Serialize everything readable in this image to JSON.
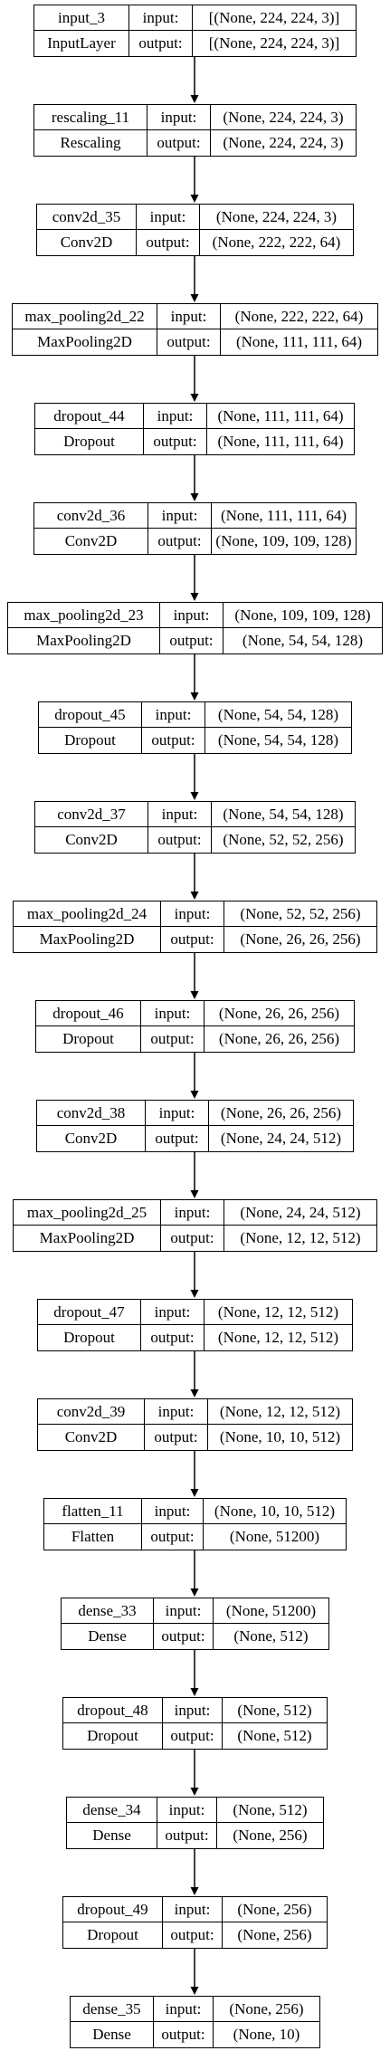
{
  "layers": [
    {
      "name": "input_3",
      "type": "InputLayer",
      "input_label": "input:",
      "output_label": "output:",
      "input_shape": "[(None, 224, 224, 3)]",
      "output_shape": "[(None, 224, 224, 3)]"
    },
    {
      "name": "rescaling_11",
      "type": "Rescaling",
      "input_label": "input:",
      "output_label": "output:",
      "input_shape": "(None, 224, 224, 3)",
      "output_shape": "(None, 224, 224, 3)"
    },
    {
      "name": "conv2d_35",
      "type": "Conv2D",
      "input_label": "input:",
      "output_label": "output:",
      "input_shape": "(None, 224, 224, 3)",
      "output_shape": "(None, 222, 222, 64)"
    },
    {
      "name": "max_pooling2d_22",
      "type": "MaxPooling2D",
      "input_label": "input:",
      "output_label": "output:",
      "input_shape": "(None, 222, 222, 64)",
      "output_shape": "(None, 111, 111, 64)"
    },
    {
      "name": "dropout_44",
      "type": "Dropout",
      "input_label": "input:",
      "output_label": "output:",
      "input_shape": "(None, 111, 111, 64)",
      "output_shape": "(None, 111, 111, 64)"
    },
    {
      "name": "conv2d_36",
      "type": "Conv2D",
      "input_label": "input:",
      "output_label": "output:",
      "input_shape": "(None, 111, 111, 64)",
      "output_shape": "(None, 109, 109, 128)"
    },
    {
      "name": "max_pooling2d_23",
      "type": "MaxPooling2D",
      "input_label": "input:",
      "output_label": "output:",
      "input_shape": "(None, 109, 109, 128)",
      "output_shape": "(None, 54, 54, 128)"
    },
    {
      "name": "dropout_45",
      "type": "Dropout",
      "input_label": "input:",
      "output_label": "output:",
      "input_shape": "(None, 54, 54, 128)",
      "output_shape": "(None, 54, 54, 128)"
    },
    {
      "name": "conv2d_37",
      "type": "Conv2D",
      "input_label": "input:",
      "output_label": "output:",
      "input_shape": "(None, 54, 54, 128)",
      "output_shape": "(None, 52, 52, 256)"
    },
    {
      "name": "max_pooling2d_24",
      "type": "MaxPooling2D",
      "input_label": "input:",
      "output_label": "output:",
      "input_shape": "(None, 52, 52, 256)",
      "output_shape": "(None, 26, 26, 256)"
    },
    {
      "name": "dropout_46",
      "type": "Dropout",
      "input_label": "input:",
      "output_label": "output:",
      "input_shape": "(None, 26, 26, 256)",
      "output_shape": "(None, 26, 26, 256)"
    },
    {
      "name": "conv2d_38",
      "type": "Conv2D",
      "input_label": "input:",
      "output_label": "output:",
      "input_shape": "(None, 26, 26, 256)",
      "output_shape": "(None, 24, 24, 512)"
    },
    {
      "name": "max_pooling2d_25",
      "type": "MaxPooling2D",
      "input_label": "input:",
      "output_label": "output:",
      "input_shape": "(None, 24, 24, 512)",
      "output_shape": "(None, 12, 12, 512)"
    },
    {
      "name": "dropout_47",
      "type": "Dropout",
      "input_label": "input:",
      "output_label": "output:",
      "input_shape": "(None, 12, 12, 512)",
      "output_shape": "(None, 12, 12, 512)"
    },
    {
      "name": "conv2d_39",
      "type": "Conv2D",
      "input_label": "input:",
      "output_label": "output:",
      "input_shape": "(None, 12, 12, 512)",
      "output_shape": "(None, 10, 10, 512)"
    },
    {
      "name": "flatten_11",
      "type": "Flatten",
      "input_label": "input:",
      "output_label": "output:",
      "input_shape": "(None, 10, 10, 512)",
      "output_shape": "(None, 51200)"
    },
    {
      "name": "dense_33",
      "type": "Dense",
      "input_label": "input:",
      "output_label": "output:",
      "input_shape": "(None, 51200)",
      "output_shape": "(None, 512)"
    },
    {
      "name": "dropout_48",
      "type": "Dropout",
      "input_label": "input:",
      "output_label": "output:",
      "input_shape": "(None, 512)",
      "output_shape": "(None, 512)"
    },
    {
      "name": "dense_34",
      "type": "Dense",
      "input_label": "input:",
      "output_label": "output:",
      "input_shape": "(None, 512)",
      "output_shape": "(None, 256)"
    },
    {
      "name": "dropout_49",
      "type": "Dropout",
      "input_label": "input:",
      "output_label": "output:",
      "input_shape": "(None, 256)",
      "output_shape": "(None, 256)"
    },
    {
      "name": "dense_35",
      "type": "Dense",
      "input_label": "input:",
      "output_label": "output:",
      "input_shape": "(None, 256)",
      "output_shape": "(None, 10)"
    }
  ]
}
